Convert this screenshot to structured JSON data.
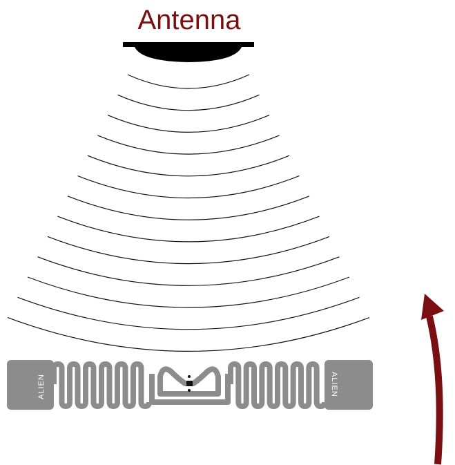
{
  "antenna": {
    "label": "Antenna"
  },
  "rfid_tag": {
    "left_logo_text": "ALIEN",
    "right_logo_text": "ALIEN"
  },
  "colors": {
    "title": "#7a0f12",
    "arrow": "#7a0f12",
    "tag": "#8c8c8c",
    "waves": "#111111",
    "antenna_body": "#000000"
  }
}
